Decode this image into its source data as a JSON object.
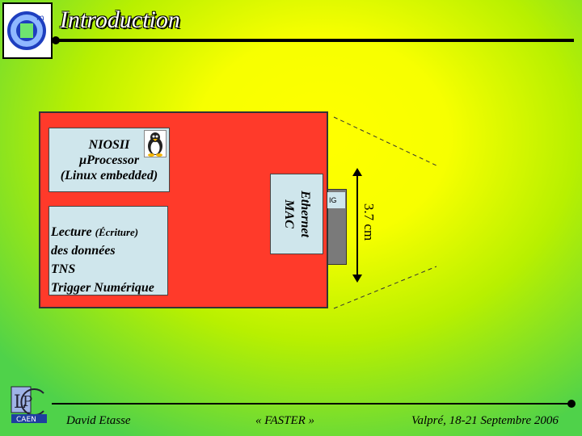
{
  "header": {
    "title": "Introduction"
  },
  "fpga": {
    "nios": {
      "line1": "NIOSII",
      "line2": "µProcessor",
      "line3": "(Linux embedded)"
    },
    "lecture": {
      "line1_main": "Lecture ",
      "line1_small": "(Écriture)",
      "line2": "des données",
      "line3": "TNS",
      "line4": "Trigger Numérique"
    },
    "ethernet": {
      "line1": "Ethernet",
      "line2": "MAC"
    },
    "connector_label": "IG",
    "size_label": "3.7 cm"
  },
  "footer": {
    "author": "David Etasse",
    "project": "« FASTER »",
    "event": "Valpré, 18-21 Septembre 2006",
    "lab_logo_text": "CAEN"
  },
  "colors": {
    "fpga": "#ff3a2a",
    "block": "#cfe6ec",
    "title": "#ffffff"
  },
  "icons": [
    "lab-logo-icon",
    "tux-icon",
    "lpc-logo-icon"
  ]
}
